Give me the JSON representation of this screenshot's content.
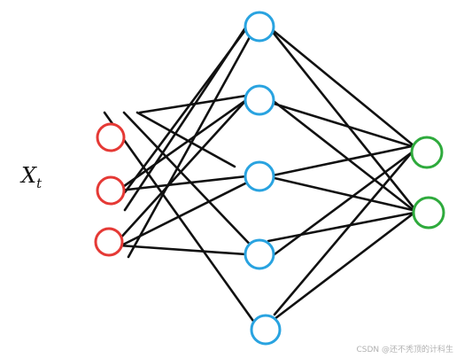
{
  "diagram": {
    "input_label": "X",
    "input_label_subscript": "t",
    "watermark": "CSDN @还不秃顶的计科生",
    "colors": {
      "input_node": "#e53935",
      "hidden_node": "#29a3e0",
      "output_node": "#2eaa3c",
      "edge": "#111111"
    },
    "layers": [
      {
        "name": "input",
        "node_count": 3
      },
      {
        "name": "hidden",
        "node_count": 5
      },
      {
        "name": "output",
        "node_count": 2
      }
    ]
  }
}
